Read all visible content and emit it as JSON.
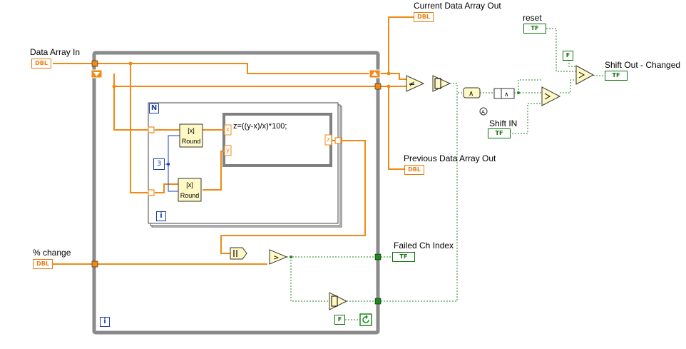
{
  "labels": {
    "data_array_in": "Data Array In",
    "current_data_array_out": "Current Data Array Out",
    "previous_data_array_out": "Previous Data Array Out",
    "reset": "reset",
    "shift_out_changed": "Shift Out - Changed",
    "shift_in": "Shift IN",
    "percent_change": "% change",
    "failed_ch_index": "Failed Ch Index"
  },
  "terminals": {
    "dbl": "DBL",
    "tf": "TF"
  },
  "constants": {
    "false_a": "F",
    "false_b": "F",
    "three": "3"
  },
  "loop_labels": {
    "n": "N",
    "i_inner": "i",
    "i_outer": "i"
  },
  "round_nodes": {
    "top": {
      "symbol": "[x]",
      "caption": "Round"
    },
    "bottom": {
      "symbol": "[x]",
      "caption": "Round"
    }
  },
  "formula_node": {
    "expression": "z=((y-x)/x)*100;",
    "in_x": "x",
    "in_y": "y",
    "out_z": "z"
  },
  "colors": {
    "dbl_wire": "#f08a16",
    "bool_wire": "#1e8a1e",
    "loop_frame": "#8a8a8a",
    "int_blue": "#1a3fb0"
  }
}
